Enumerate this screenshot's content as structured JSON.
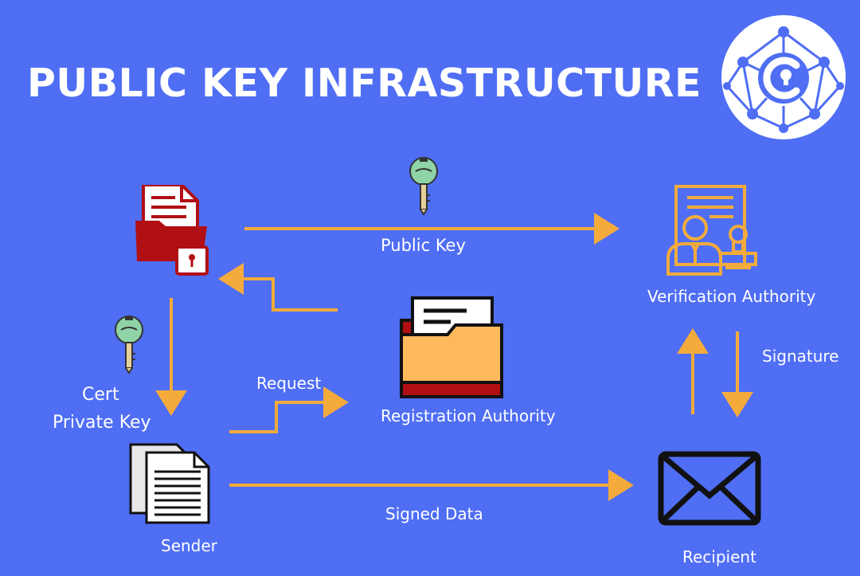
{
  "title": "PUBLIC KEY INFRASTRUCTURE",
  "labels": {
    "public_key": "Public Key",
    "verification_authority": "Verification  Authority",
    "signature": "Signature",
    "cert": "Cert",
    "private_key": "Private Key",
    "request": "Request",
    "registration_authority": "Registration Authority",
    "signed_data": "Signed Data",
    "sender": "Sender",
    "recipient": "Recipient"
  },
  "colors": {
    "background": "#4f6ef4",
    "arrow": "#f4ab3c",
    "text": "#ffffff",
    "red": "#b00f14",
    "key": "#8fd3a6",
    "folder": "#fdb95c",
    "envelope": "#111111"
  },
  "icons": [
    "logo-globe-icon",
    "secure-folder-icon",
    "key-icon",
    "verification-authority-icon",
    "folder-icon",
    "documents-icon",
    "envelope-icon"
  ]
}
